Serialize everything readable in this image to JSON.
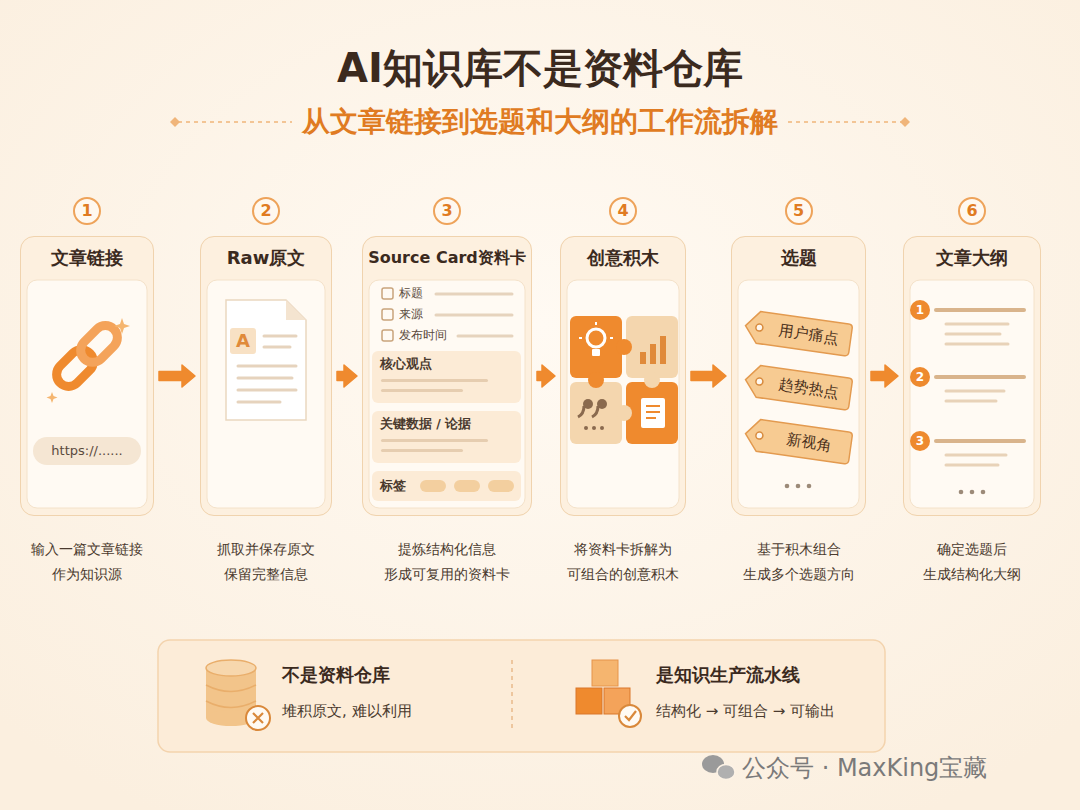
{
  "diagram": {
    "title": "AI知识库不是资料仓库",
    "nodes": [
      {
        "text": [
          "1",
          "文章链接",
          "输入一篇文章链接 作为知识源"
        ]
      },
      {
        "text": [
          "https://......"
        ],
        "in": 0
      },
      {
        "text": [
          "2",
          "Raw原文",
          "抓取并保存原文 保留完整信息"
        ]
      },
      {
        "text": [
          "3",
          "Source Card资料卡",
          "提炼结构化信息 形成可复用的资料卡"
        ]
      },
      {
        "text": [
          "核心观点"
        ],
        "in": 3
      },
      {
        "text": [
          "关键数据 / 论据"
        ],
        "in": 3
      },
      {
        "text": [
          "标签"
        ],
        "in": 3
      },
      {
        "text": [
          "4",
          "创意积木",
          "将资料卡拆解为 可组合的创意积木"
        ]
      },
      {
        "text": [
          "5",
          "选题",
          "基于积木组合 生成多个选题方向"
        ]
      },
      {
        "text": [
          "用户痛点"
        ],
        "in": 8
      },
      {
        "text": [
          "趋势热点"
        ],
        "in": 8
      },
      {
        "text": [
          "新视角"
        ],
        "in": 8
      },
      {
        "text": [
          "6",
          "文章大纲",
          "确定选题后 生成结构化大纲"
        ]
      },
      {
        "text": [
          "不是资料仓库",
          "堆积原文, 难以利用"
        ]
      },
      {
        "text": [
          "是知识生产流水线",
          "结构化 → 可组合 → 可输出"
        ]
      }
    ],
    "edges": [
      {
        "from": 0,
        "to": 2,
        "arrow": "to"
      },
      {
        "from": 2,
        "to": 3,
        "arrow": "to"
      },
      {
        "from": 3,
        "to": 7,
        "arrow": "to"
      },
      {
        "from": 7,
        "to": 8,
        "arrow": "to"
      },
      {
        "from": 8,
        "to": 12,
        "arrow": "to"
      }
    ],
    "labels": [
      "从文章链接到选题和大纲的工作流拆解",
      "A",
      "标题",
      "来源",
      "发布时间",
      "1",
      "2",
      "3",
      "公众号 · MaxKing宝藏"
    ]
  }
}
